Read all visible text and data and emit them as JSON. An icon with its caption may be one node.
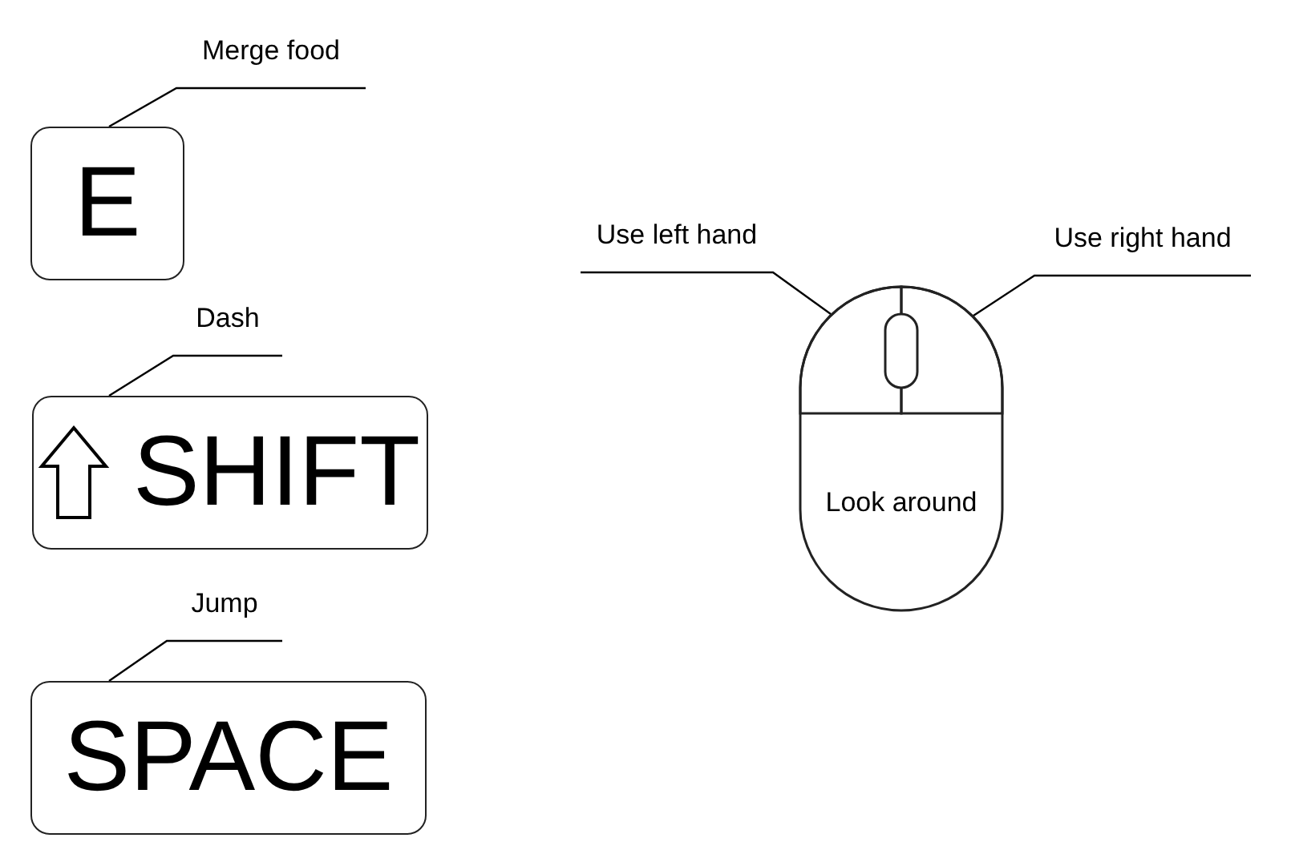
{
  "diagram": {
    "nodes": [
      {
        "text": [
          "Merge food"
        ]
      },
      {
        "text": [
          "E"
        ]
      },
      {
        "text": [
          "Dash"
        ]
      },
      {
        "text": [
          "SHIFT"
        ]
      },
      {
        "text": [
          "Jump"
        ]
      },
      {
        "text": [
          "SPACE"
        ]
      },
      {
        "text": [
          "Use left hand"
        ]
      },
      {
        "text": [
          "Use right hand"
        ]
      },
      {
        "text": [
          "Look around"
        ]
      },
      {
        "text": [],
        "shape": "box",
        "in": 8
      },
      {
        "text": [],
        "shape": "box",
        "in": 8
      }
    ],
    "edges": [
      {
        "from": 0,
        "to": 1,
        "arrow": "none"
      },
      {
        "from": 2,
        "to": 3,
        "arrow": "none"
      },
      {
        "from": 4,
        "to": 5,
        "arrow": "none"
      },
      {
        "from": 6,
        "to": 9,
        "arrow": "none"
      },
      {
        "from": 7,
        "to": 10,
        "arrow": "none"
      }
    ]
  }
}
